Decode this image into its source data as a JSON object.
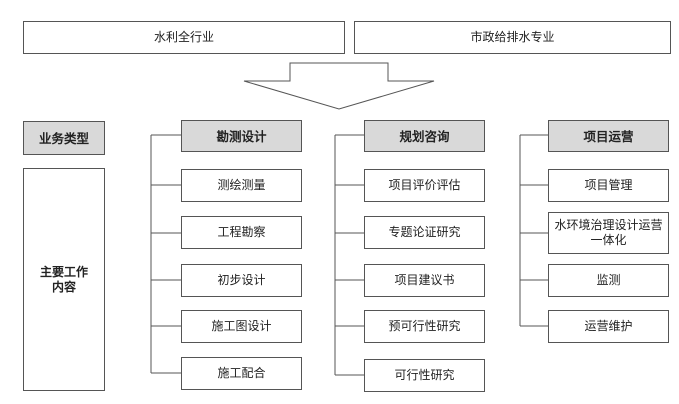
{
  "top_bar": {
    "left": "水利全行业",
    "right": "市政给排水专业"
  },
  "side": {
    "header": "业务类型",
    "content": "主要工作\n内容"
  },
  "columns": [
    {
      "header": "勘测设计",
      "items": [
        "测绘测量",
        "工程勘察",
        "初步设计",
        "施工图设计",
        "施工配合"
      ]
    },
    {
      "header": "规划咨询",
      "items": [
        "项目评价评估",
        "专题论证研究",
        "项目建议书",
        "预可行性研究",
        "可行性研究"
      ]
    },
    {
      "header": "项目运营",
      "items": [
        "项目管理",
        "水环境治理设计运营一体化",
        "监测",
        "运营维护"
      ]
    }
  ]
}
